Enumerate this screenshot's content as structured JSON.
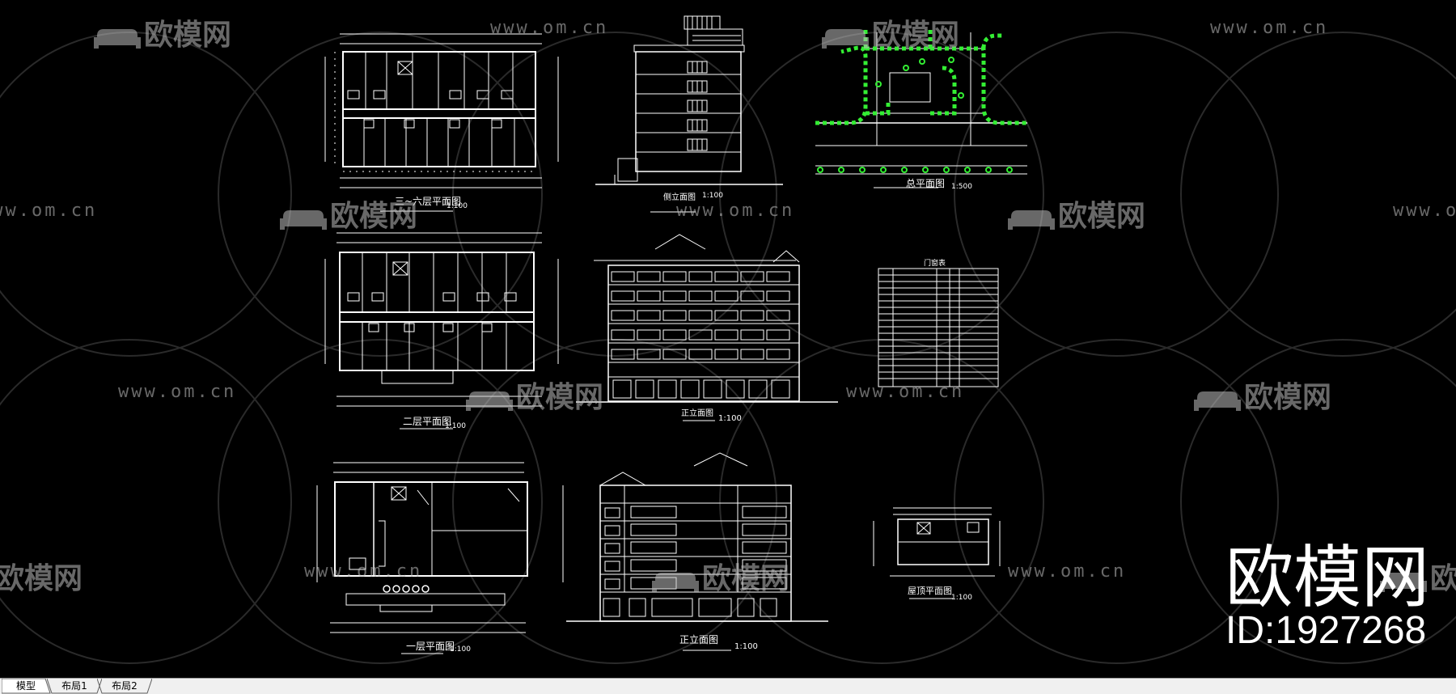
{
  "watermark": {
    "logo_text": "欧模网",
    "url_text": "www.om.cn",
    "brand": "欧模网",
    "id_label": "ID:1927268"
  },
  "drawings": {
    "plan_standard": {
      "title": "三~六层平面图",
      "scale": "1:100"
    },
    "side_elevation": {
      "title": "侧立面图",
      "scale": "1:100"
    },
    "site_plan": {
      "title": "总平面图",
      "scale": "1:500"
    },
    "plan_second": {
      "title": "二层平面图",
      "scale": "1:100"
    },
    "front_elevation": {
      "title": "正立面图",
      "scale": "1:100"
    },
    "door_window_table": {
      "title": "门窗表"
    },
    "plan_first": {
      "title": "一层平面图",
      "scale": "1:100"
    },
    "rear_elevation": {
      "title": "正立面图",
      "scale": "1:100"
    },
    "roof_plan": {
      "title": "屋顶平面图",
      "scale": "1:100"
    }
  },
  "tabs": [
    {
      "label": "模型",
      "active": true
    },
    {
      "label": "布局1",
      "active": false
    },
    {
      "label": "布局2",
      "active": false
    }
  ],
  "colors": {
    "background": "#000000",
    "lines": "#ffffff",
    "trees": "#33ee33",
    "tabbar": "#f0f0f0"
  }
}
